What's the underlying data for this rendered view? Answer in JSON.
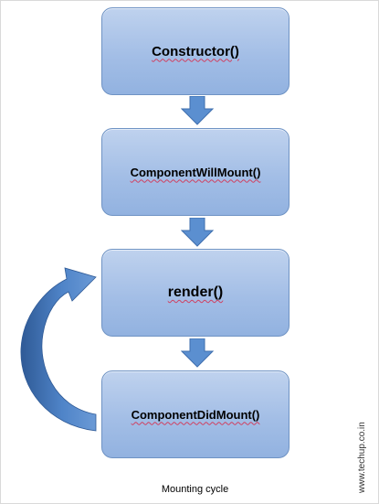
{
  "diagram": {
    "nodes": [
      {
        "id": "constructor",
        "label": "Constructor()"
      },
      {
        "id": "willmount",
        "label": "ComponentWillMount()"
      },
      {
        "id": "render",
        "label": "render()"
      },
      {
        "id": "didmount",
        "label": "ComponentDidMount()"
      }
    ],
    "edges": [
      {
        "from": "constructor",
        "to": "willmount"
      },
      {
        "from": "willmount",
        "to": "render"
      },
      {
        "from": "render",
        "to": "didmount"
      },
      {
        "from": "didmount",
        "to": "render",
        "style": "curved-loop"
      }
    ],
    "caption": "Mounting cycle",
    "watermark": "www.techup.co.in"
  },
  "colors": {
    "box_fill": "#a3bee6",
    "box_border": "#6f93c4",
    "arrow_fill": "#5b8fd0",
    "arrow_dark": "#3a64a0",
    "spell_underline": "#d04060"
  }
}
